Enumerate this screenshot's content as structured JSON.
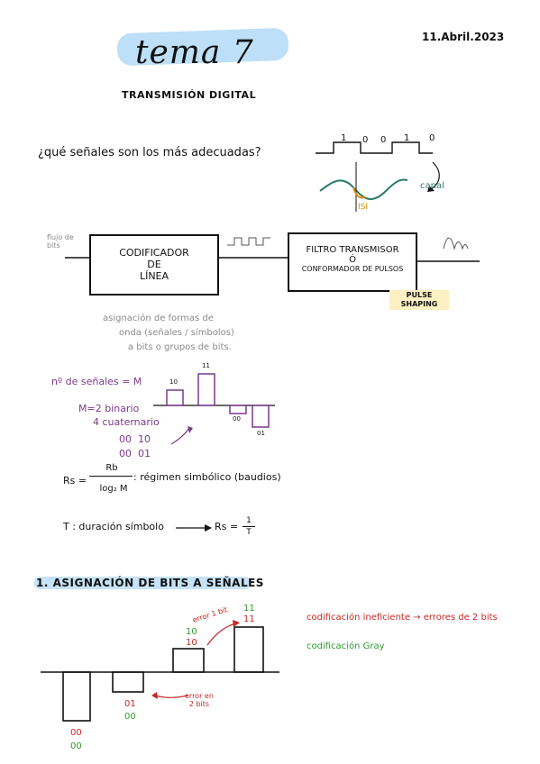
{
  "header": {
    "title": "tema 7",
    "subtitle": "TRANSMISIÓN DIGITAL",
    "date": "11.Abril.2023"
  },
  "question": {
    "text": "¿qué señales son los más adecuadas?",
    "bits": [
      "1",
      "0",
      "0",
      "1",
      "0"
    ],
    "canal_label": "canal",
    "isi_label": "ISI"
  },
  "pipeline": {
    "input_label_line1": "flujo de",
    "input_label_line2": "bits",
    "box1_line1": "CODIFICADOR",
    "box1_line2": "DE",
    "box1_line3": "LÍNEA",
    "box2_line1": "FILTRO TRANSMISOR",
    "box2_line2": "Ó",
    "box2_line3": "CONFORMADOR DE PULSOS",
    "pulse_shaping_line1": "PULSE",
    "pulse_shaping_line2": "SHAPING"
  },
  "notes": {
    "assign_line1": "asignación de formas de",
    "assign_line2": "onda (señales / símbolos)",
    "assign_line3": "a bits o grupos de bits.",
    "num_signals": "nº de señales = M",
    "m_binary": "M=2 binario",
    "m_quaternary": "4 cuaternario",
    "pair1": "00  10",
    "pair2": "00  01",
    "symbols": [
      "10",
      "11",
      "00",
      "01"
    ],
    "rs_label": "Rs =",
    "rs_num": "Rb",
    "rs_den": "log₂ M",
    "rs_desc": ": régimen simbólico (baudios)",
    "t_line": "T : duración símbolo",
    "rs2_prefix": "Rs =",
    "rs2_num": "1",
    "rs2_den": "T"
  },
  "section1": {
    "heading": "1. ASIGNACIÓN DE BITS A SEÑALES",
    "inefficient": "codificación ineficiente → errores de 2 bits",
    "gray": "codificación Gray",
    "error1": "error 1 bit",
    "error2_line1": "error en",
    "error2_line2": "2 bits",
    "labels": {
      "b00_red": "00",
      "b00_green": "00",
      "b01_red": "01",
      "b01_green": "00",
      "b10_red": "10",
      "b10_green": "10",
      "b11_red": "11",
      "b11_green": "11"
    }
  }
}
